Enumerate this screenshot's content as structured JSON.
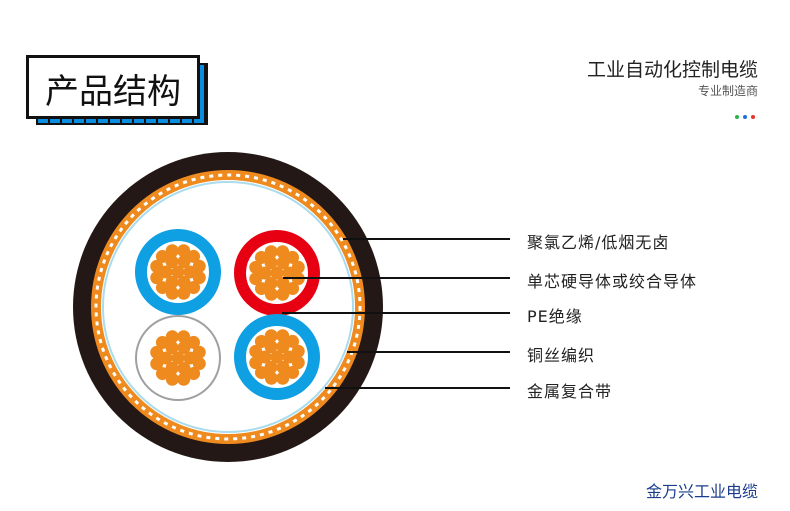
{
  "header": {
    "title": "产品结构",
    "brand": "工业自动化控制电缆",
    "subtitle": "专业制造商"
  },
  "labels": [
    "聚氯乙烯/低烟无卤",
    "单芯硬导体或绞合导体",
    "PE绝缘",
    "铜丝编织",
    "金属复合带"
  ],
  "footer": "金万兴工业电缆",
  "colors": {
    "sheath": "#231815",
    "braid": "#ee8a1e",
    "blue": "#0ea0e2",
    "red": "#e60012",
    "grey": "#a0a0a0",
    "accent": "#0a8de0",
    "dots": [
      "#2bb24c",
      "#1e6fd9",
      "#e8332e"
    ]
  }
}
